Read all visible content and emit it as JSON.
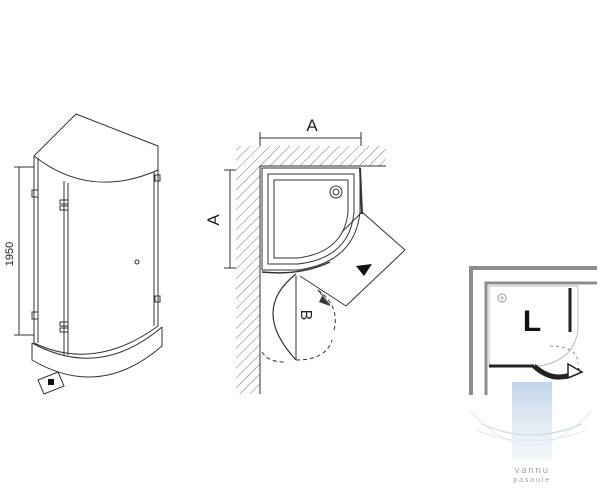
{
  "enclosure_view": {
    "height_label": "1950"
  },
  "plan_view": {
    "dim_a_top": "A",
    "dim_a_side": "A",
    "dim_b": "B"
  },
  "orientation_icon": {
    "letter": "L",
    "watermark_line1": "vannu",
    "watermark_line2": "pasaule"
  },
  "colors": {
    "line": "#333333",
    "hatch": "#777777",
    "icon_frame": "#8a8a8a",
    "icon_door": "#222222",
    "icon_arrow_fill": "#ffffff",
    "watermark": "#b9cde0"
  },
  "icons": [
    "shower-enclosure-isometric",
    "shower-tray-plan",
    "door-swing-arc",
    "orientation-l-icon",
    "vannu-pasaule-logo"
  ]
}
